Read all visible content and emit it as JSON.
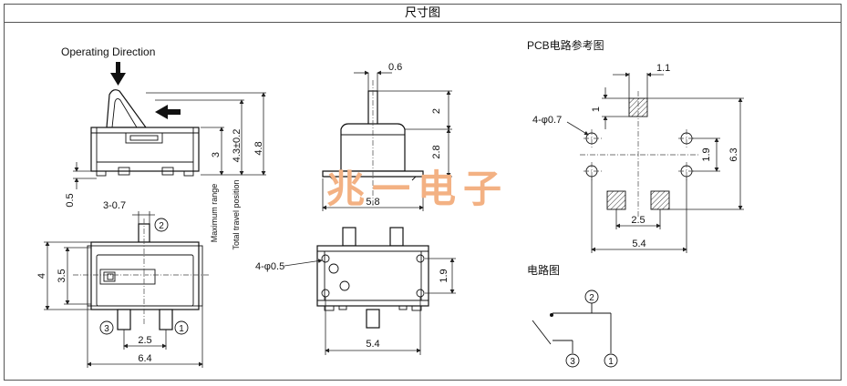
{
  "header": {
    "title": "尺寸图"
  },
  "side_view": {
    "direction_label": "Operating Direction",
    "dim_total_height": "4.8",
    "dim_travel": "4.3±0.2",
    "dim_body_height": "3",
    "dim_base": "0.5",
    "max_range_label": "Maximum range",
    "total_travel_label": "Total travel position"
  },
  "top_view": {
    "dim_pitch_lever": "3-0.7",
    "dim_height_outer": "4",
    "dim_height_inner": "3.5",
    "dim_pin_pitch": "2.5",
    "dim_width": "6.4",
    "pin1": "1",
    "pin2": "2",
    "pin3": "3"
  },
  "front_view": {
    "dim_actuator": "0.6",
    "dim_actuator_height": "2",
    "dim_body_height": "2.8",
    "dim_width": "5.8"
  },
  "bottom_view": {
    "dim_holes": "4-φ0.5",
    "dim_height": "1.9",
    "dim_width": "5.4"
  },
  "pcb": {
    "title": "PCB电路参考图",
    "dim_pad_width": "1.1",
    "dim_pad_height": "1",
    "dim_holes": "4-φ0.7",
    "dim_hole_pitch": "1.9",
    "dim_total_height": "6.3",
    "dim_pad_pitch": "2.5",
    "dim_width": "5.4"
  },
  "circuit": {
    "title": "电路图",
    "pin1": "1",
    "pin2": "2",
    "pin3": "3"
  },
  "watermark": "兆一电子"
}
